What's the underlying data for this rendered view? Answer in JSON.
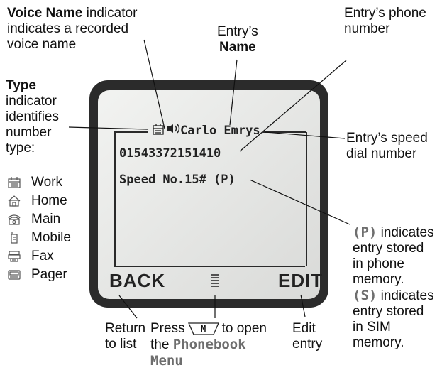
{
  "callouts": {
    "voice_name": {
      "bold": "Voice Name",
      "line1_rest": " indicator",
      "line2": "indicates a recorded",
      "line3": "voice name"
    },
    "entry_name": {
      "line1": "Entry’s",
      "line2": "Name"
    },
    "phone_number": {
      "line1": "Entry’s phone",
      "line2": "number"
    },
    "type": {
      "bold": "Type",
      "line2": "indicator",
      "line3": "identifies",
      "line4": "number",
      "line5": "type:"
    },
    "speed_dial": {
      "line1": "Entry’s speed",
      "line2": "dial number"
    },
    "p_indicator": {
      "code": "(P)",
      "l1": " indicates",
      "l2": "entry stored",
      "l3": "in phone",
      "l4": "memory."
    },
    "s_indicator": {
      "code": "(S)",
      "l1": " indicates",
      "l2": "entry stored",
      "l3": "in SIM",
      "l4": "memory."
    },
    "back": {
      "line1": "Return",
      "line2": "to list"
    },
    "menu": {
      "line1a": "Press",
      "key": "M",
      "line1b": " to open",
      "line2a": "the ",
      "line2b": "Phonebook",
      "line3": "Menu"
    },
    "edit": {
      "line1": "Edit",
      "line2": "entry"
    }
  },
  "types": [
    {
      "label": "Work",
      "icon": "work-icon"
    },
    {
      "label": "Home",
      "icon": "home-icon"
    },
    {
      "label": "Main",
      "icon": "main-icon"
    },
    {
      "label": "Mobile",
      "icon": "mobile-icon"
    },
    {
      "label": "Fax",
      "icon": "fax-icon"
    },
    {
      "label": "Pager",
      "icon": "pager-icon"
    }
  ],
  "screen": {
    "name": "Carlo Emrys",
    "number": "01543372151410",
    "speed": "Speed No.15# (P)",
    "back_key": "BACK",
    "edit_key": "EDIT"
  },
  "colors": {
    "screen_bg": "#e6e7e5",
    "bezel": "#2b2b2b",
    "code_gray": "#6e6e6e"
  }
}
